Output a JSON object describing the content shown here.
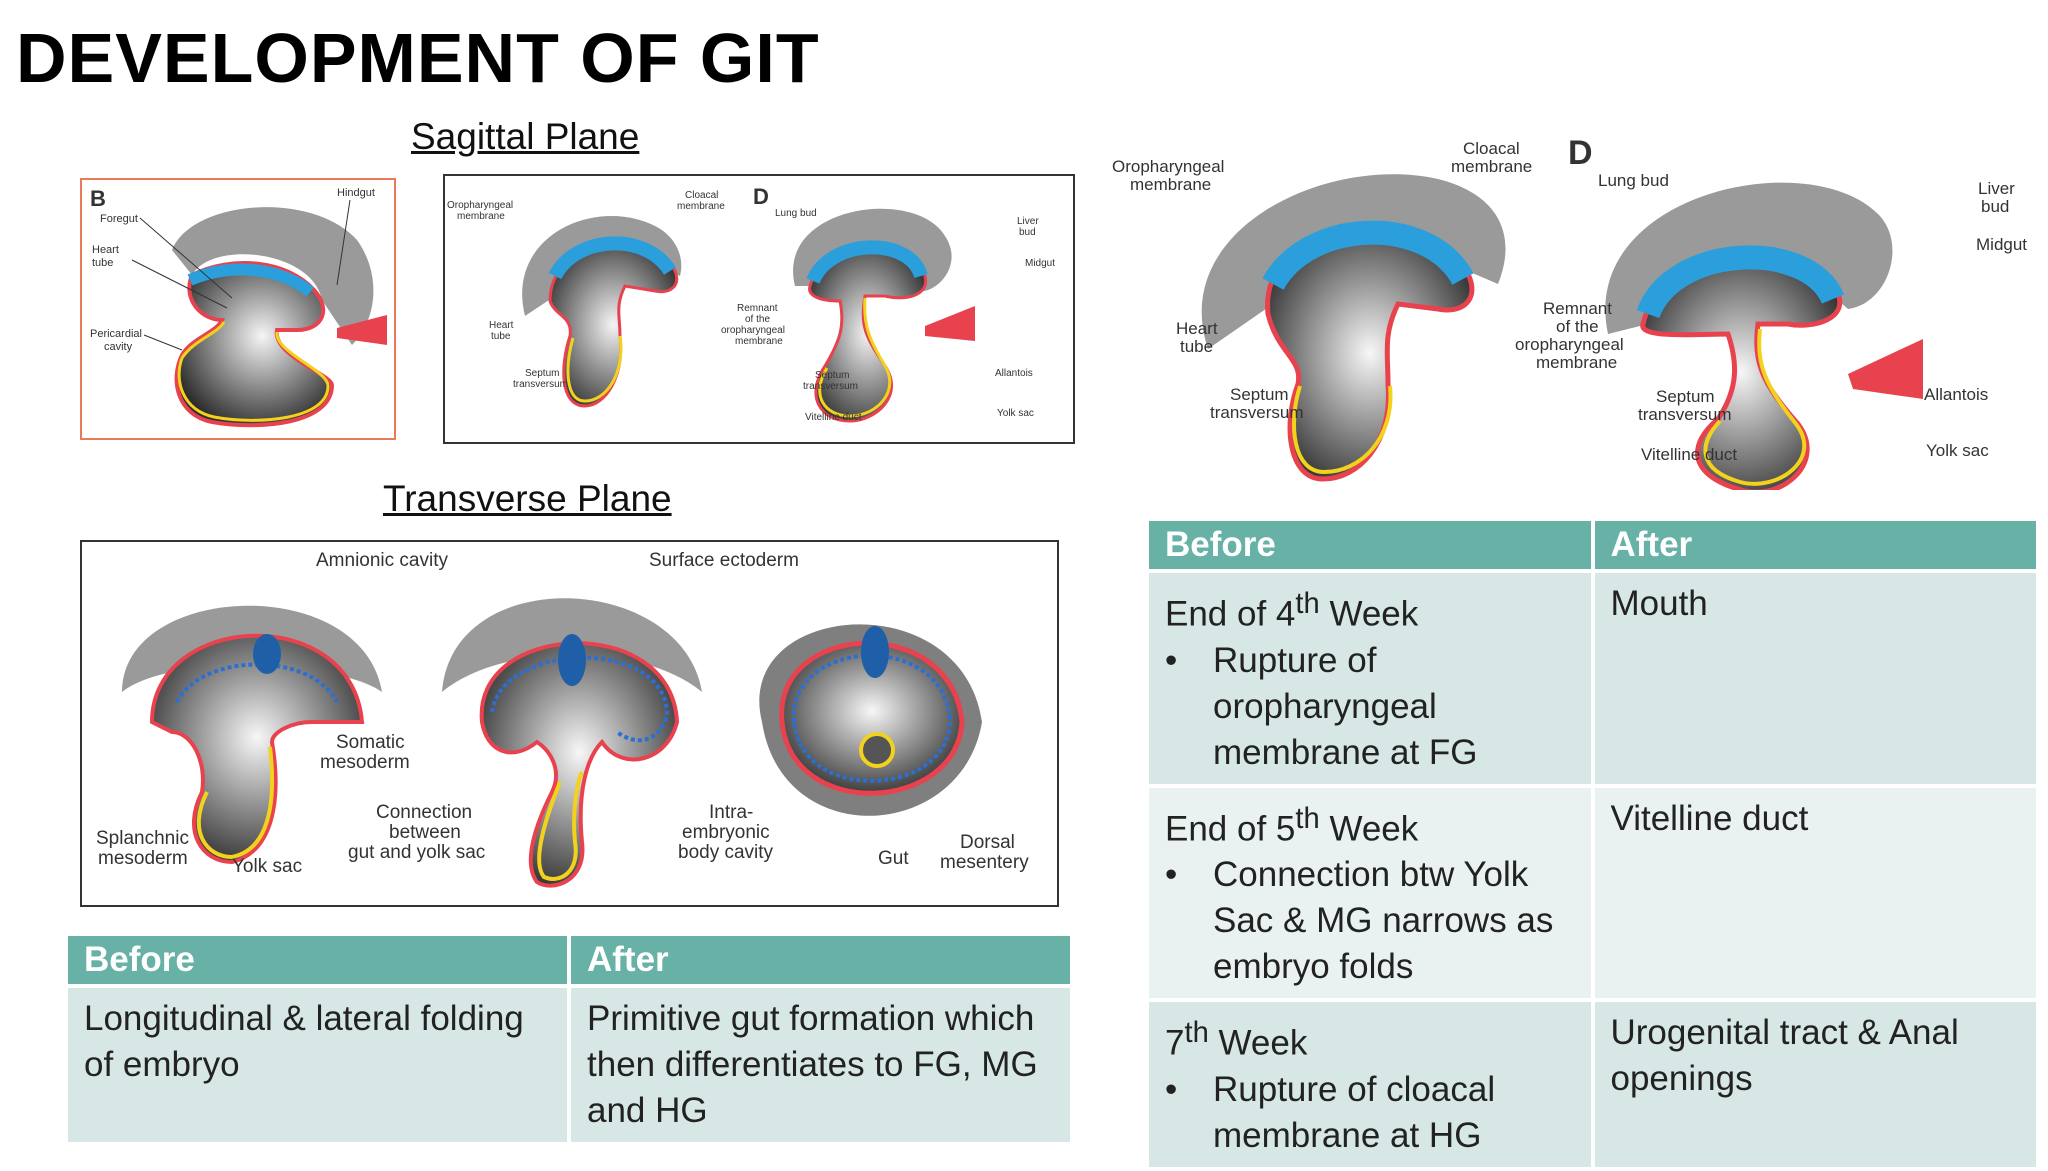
{
  "page": {
    "title": "DEVELOPMENT OF GIT"
  },
  "sagittal": {
    "heading": "Sagittal Plane",
    "fig_b": {
      "letter": "B",
      "labels": [
        "Foregut",
        "Hindgut",
        "Heart",
        "tube",
        "Pericardial",
        "cavity"
      ]
    },
    "fig_cd": {
      "letter": "D",
      "labels": [
        "Oropharyngeal",
        "membrane",
        "Cloacal",
        "membrane",
        "Heart",
        "tube",
        "Septum",
        "transversum",
        "Lung bud",
        "Liver",
        "bud",
        "Midgut",
        "Remnant",
        "of the",
        "oropharyngeal",
        "membrane",
        "Septum",
        "transversum",
        "Allantois",
        "Vitelline duct",
        "Yolk sac"
      ]
    }
  },
  "big_figure": {
    "letter": "D",
    "labels": [
      "Oropharyngeal",
      "membrane",
      "Cloacal",
      "membrane",
      "Heart",
      "tube",
      "Septum",
      "transversum",
      "Lung bud",
      "Liver",
      "bud",
      "Midgut",
      "Remnant",
      "of the",
      "oropharyngeal",
      "membrane",
      "Septum",
      "transversum",
      "Allantois",
      "Vitelline duct",
      "Yolk sac"
    ]
  },
  "transverse": {
    "heading": "Transverse Plane",
    "labels": [
      "Amnionic cavity",
      "Surface ectoderm",
      "Somatic",
      "mesoderm",
      "Splanchnic",
      "mesoderm",
      "Yolk sac",
      "Connection",
      "between",
      "gut and yolk sac",
      "Intra-",
      "embryonic",
      "body cavity",
      "Gut",
      "Dorsal",
      "mesentery"
    ]
  },
  "table_left": {
    "headers": [
      "Before",
      "After"
    ],
    "before": "Longitudinal & lateral folding of embryo",
    "after": "Primitive gut formation which then differentiates to FG, MG and HG"
  },
  "table_right": {
    "headers": [
      "Before",
      "After"
    ],
    "rows": [
      {
        "before_pre": "End of 4",
        "before_sup": "th",
        "before_post": " Week",
        "bullet": "Rupture of oropharyngeal membrane at FG",
        "after": "Mouth"
      },
      {
        "before_pre": "End of 5",
        "before_sup": "th",
        "before_post": " Week",
        "bullet": "Connection btw Yolk Sac & MG narrows as embryo folds",
        "after": "Vitelline duct"
      },
      {
        "before_pre": "7",
        "before_sup": "th",
        "before_post": " Week",
        "bullet": "Rupture of cloacal membrane at HG",
        "after": "Urogenital tract & Anal openings"
      }
    ]
  },
  "colors": {
    "header_teal": "#68b1a7",
    "cell_teal": "#d6e7e5",
    "cell_teal_alt": "#e9f2f1",
    "ectoderm_red": "#e8424f",
    "endoderm_yellow": "#f2d21c",
    "blue": "#2b9fdb"
  }
}
